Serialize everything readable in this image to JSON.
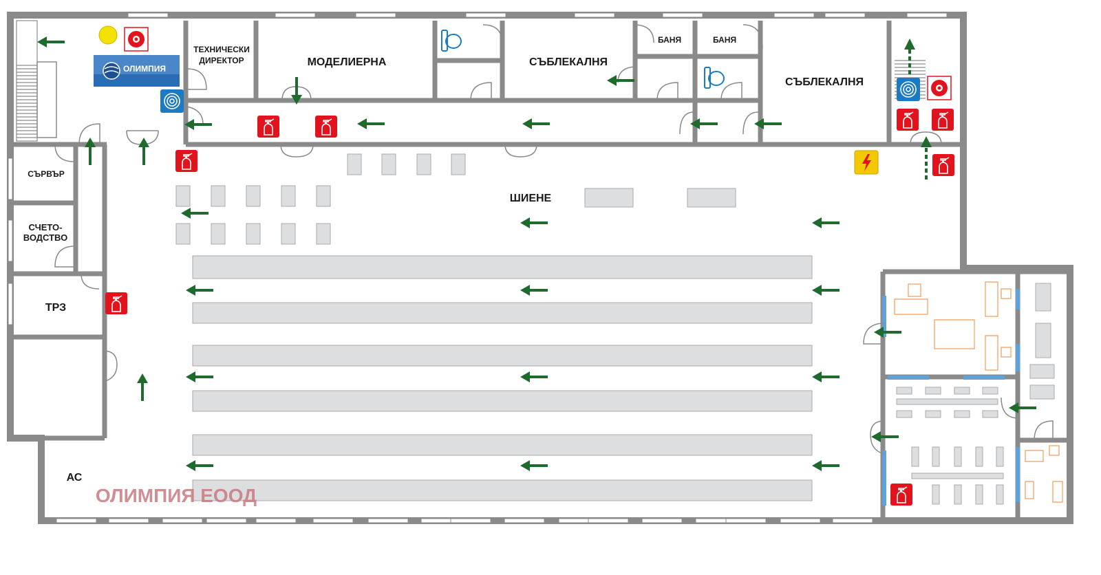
{
  "rooms": {
    "tech_director": [
      "ТЕХНИЧЕСКИ",
      "ДИРЕКТОР"
    ],
    "modeling": "МОДЕЛИЕРНА",
    "changing_room_1": "СЪБЛЕКАЛНЯ",
    "bath_1": "БАНЯ",
    "bath_2": "БАНЯ",
    "changing_room_2": "СЪБЛЕКАЛНЯ",
    "server": "СЪРВЪР",
    "accounting": [
      "СЧЕТО-",
      "ВОДСТВО"
    ],
    "payroll": "ТРЗ",
    "sewing": "ШИЕНЕ",
    "ac": "АС"
  },
  "logo": {
    "text": "ОЛИМПИЯ"
  },
  "watermark": "ОЛИМПИЯ ЕООД",
  "colors": {
    "wall": "#8a8a8a",
    "wall_fill": "#9a9a9a",
    "floor": "#ffffff",
    "exit_arrow": "#1f6b2e",
    "extinguisher": "#e1141e",
    "hose_reel": "#1c7ac4",
    "electrical": "#f2c800",
    "table": "#dcdee0",
    "window_accent": "#5fa2d9",
    "office_furniture": "#f0a060",
    "logo_bg": "#2a6db5"
  },
  "icons": [
    "exit-arrow-icon",
    "fire-extinguisher-icon",
    "fire-alarm-icon",
    "hose-reel-icon",
    "electrical-hazard-icon",
    "toilet-icon",
    "smoke-detector-icon"
  ]
}
